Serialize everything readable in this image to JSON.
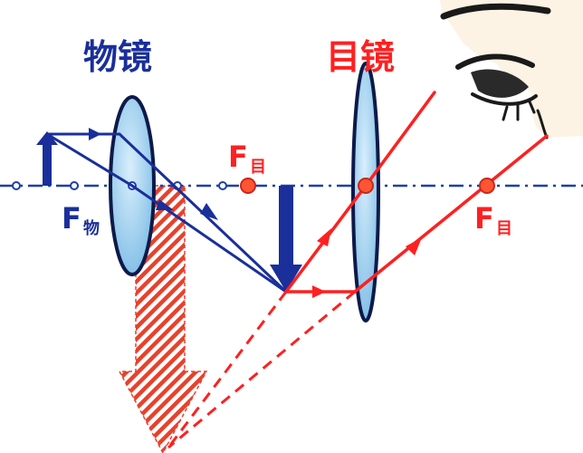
{
  "labels": {
    "objective": "物镜",
    "eyepiece": "目镜",
    "focus_objective_letter": "F",
    "focus_objective_sub": "物",
    "focus_eyepiece_letter": "F",
    "focus_eyepiece_sub": "目"
  },
  "colors": {
    "blue": "#1a2f9a",
    "red": "#ff2020",
    "lens_fill": "#a9d5f2",
    "lens_stroke": "#0d1a4a",
    "axis": "#1f3fa8",
    "point_fill": "#ff5533"
  }
}
